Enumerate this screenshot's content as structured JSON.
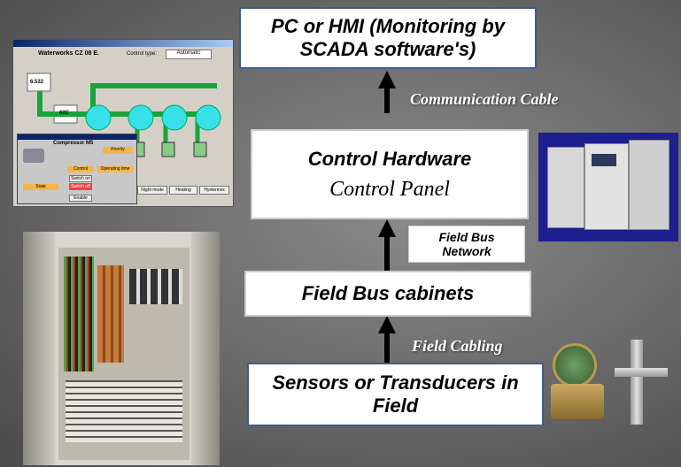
{
  "boxes": {
    "hmi": {
      "line1": "PC or HMI (Monitoring by",
      "line2": "SCADA software's)"
    },
    "control": {
      "line1": "Control Hardware",
      "line2": "Control Panel"
    },
    "fieldbus_network": {
      "line1": "Field Bus",
      "line2": "Network"
    },
    "cabinets": {
      "text": "Field Bus cabinets"
    },
    "sensors": {
      "line1": "Sensors or Transducers in",
      "line2": "Field"
    }
  },
  "labels": {
    "communication": "Communication Cable",
    "field_cabling": "Field Cabling"
  },
  "scada": {
    "window_title": "Waterworks CZ 08 E.",
    "control_type_label": "Control type:",
    "control_type_value": "Automatic",
    "readout1": "6.532",
    "readout2": "62C",
    "sub_title": "Compressor M5",
    "priority": "Priority",
    "control": "Control",
    "operating_time": "Operating time",
    "state": "State",
    "btn_switch_on": "Switch on",
    "btn_switch_off": "Switch off",
    "btn_enable": "Enable",
    "btn_night": "Night mode",
    "btn_heating": "Heating",
    "btn_hysteresis": "Hysteresis"
  },
  "colors": {
    "box_border": "#3d5c8c",
    "arrow": "#000000",
    "scada_bg": "#d4d0c8",
    "pipe": "#19a33a",
    "tank": "#38e0e8"
  }
}
